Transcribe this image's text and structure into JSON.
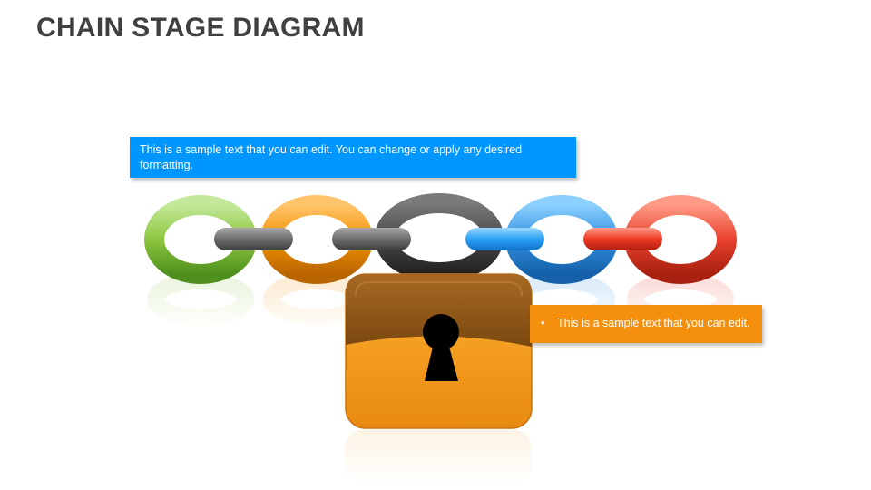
{
  "slide": {
    "title": "CHAIN STAGE DIAGRAM"
  },
  "callouts": {
    "top_text": "This is a sample text that you can edit. You can change or apply any desired formatting.",
    "right_bullet": "•",
    "right_text": "This is a sample text that you can edit."
  },
  "colors": {
    "title": "#404040",
    "blue_callout": "#0096ff",
    "orange_callout": "#f5900f",
    "green_link": "#8cc63f",
    "orange_link": "#f39200",
    "dark_link": "#4a4a4a",
    "blue_link": "#2f8fe0",
    "red_link": "#e8412c",
    "lock_top": "#8a5212",
    "lock_bottom": "#f7a020"
  },
  "diagram": {
    "links": [
      "green-link",
      "orange-link",
      "dark-link",
      "blue-link",
      "red-link"
    ],
    "connectors": [
      "gray-connector",
      "gray-connector",
      "blue-connector",
      "red-connector"
    ],
    "lock_icon": "padlock-icon",
    "keyhole_icon": "keyhole-icon"
  }
}
